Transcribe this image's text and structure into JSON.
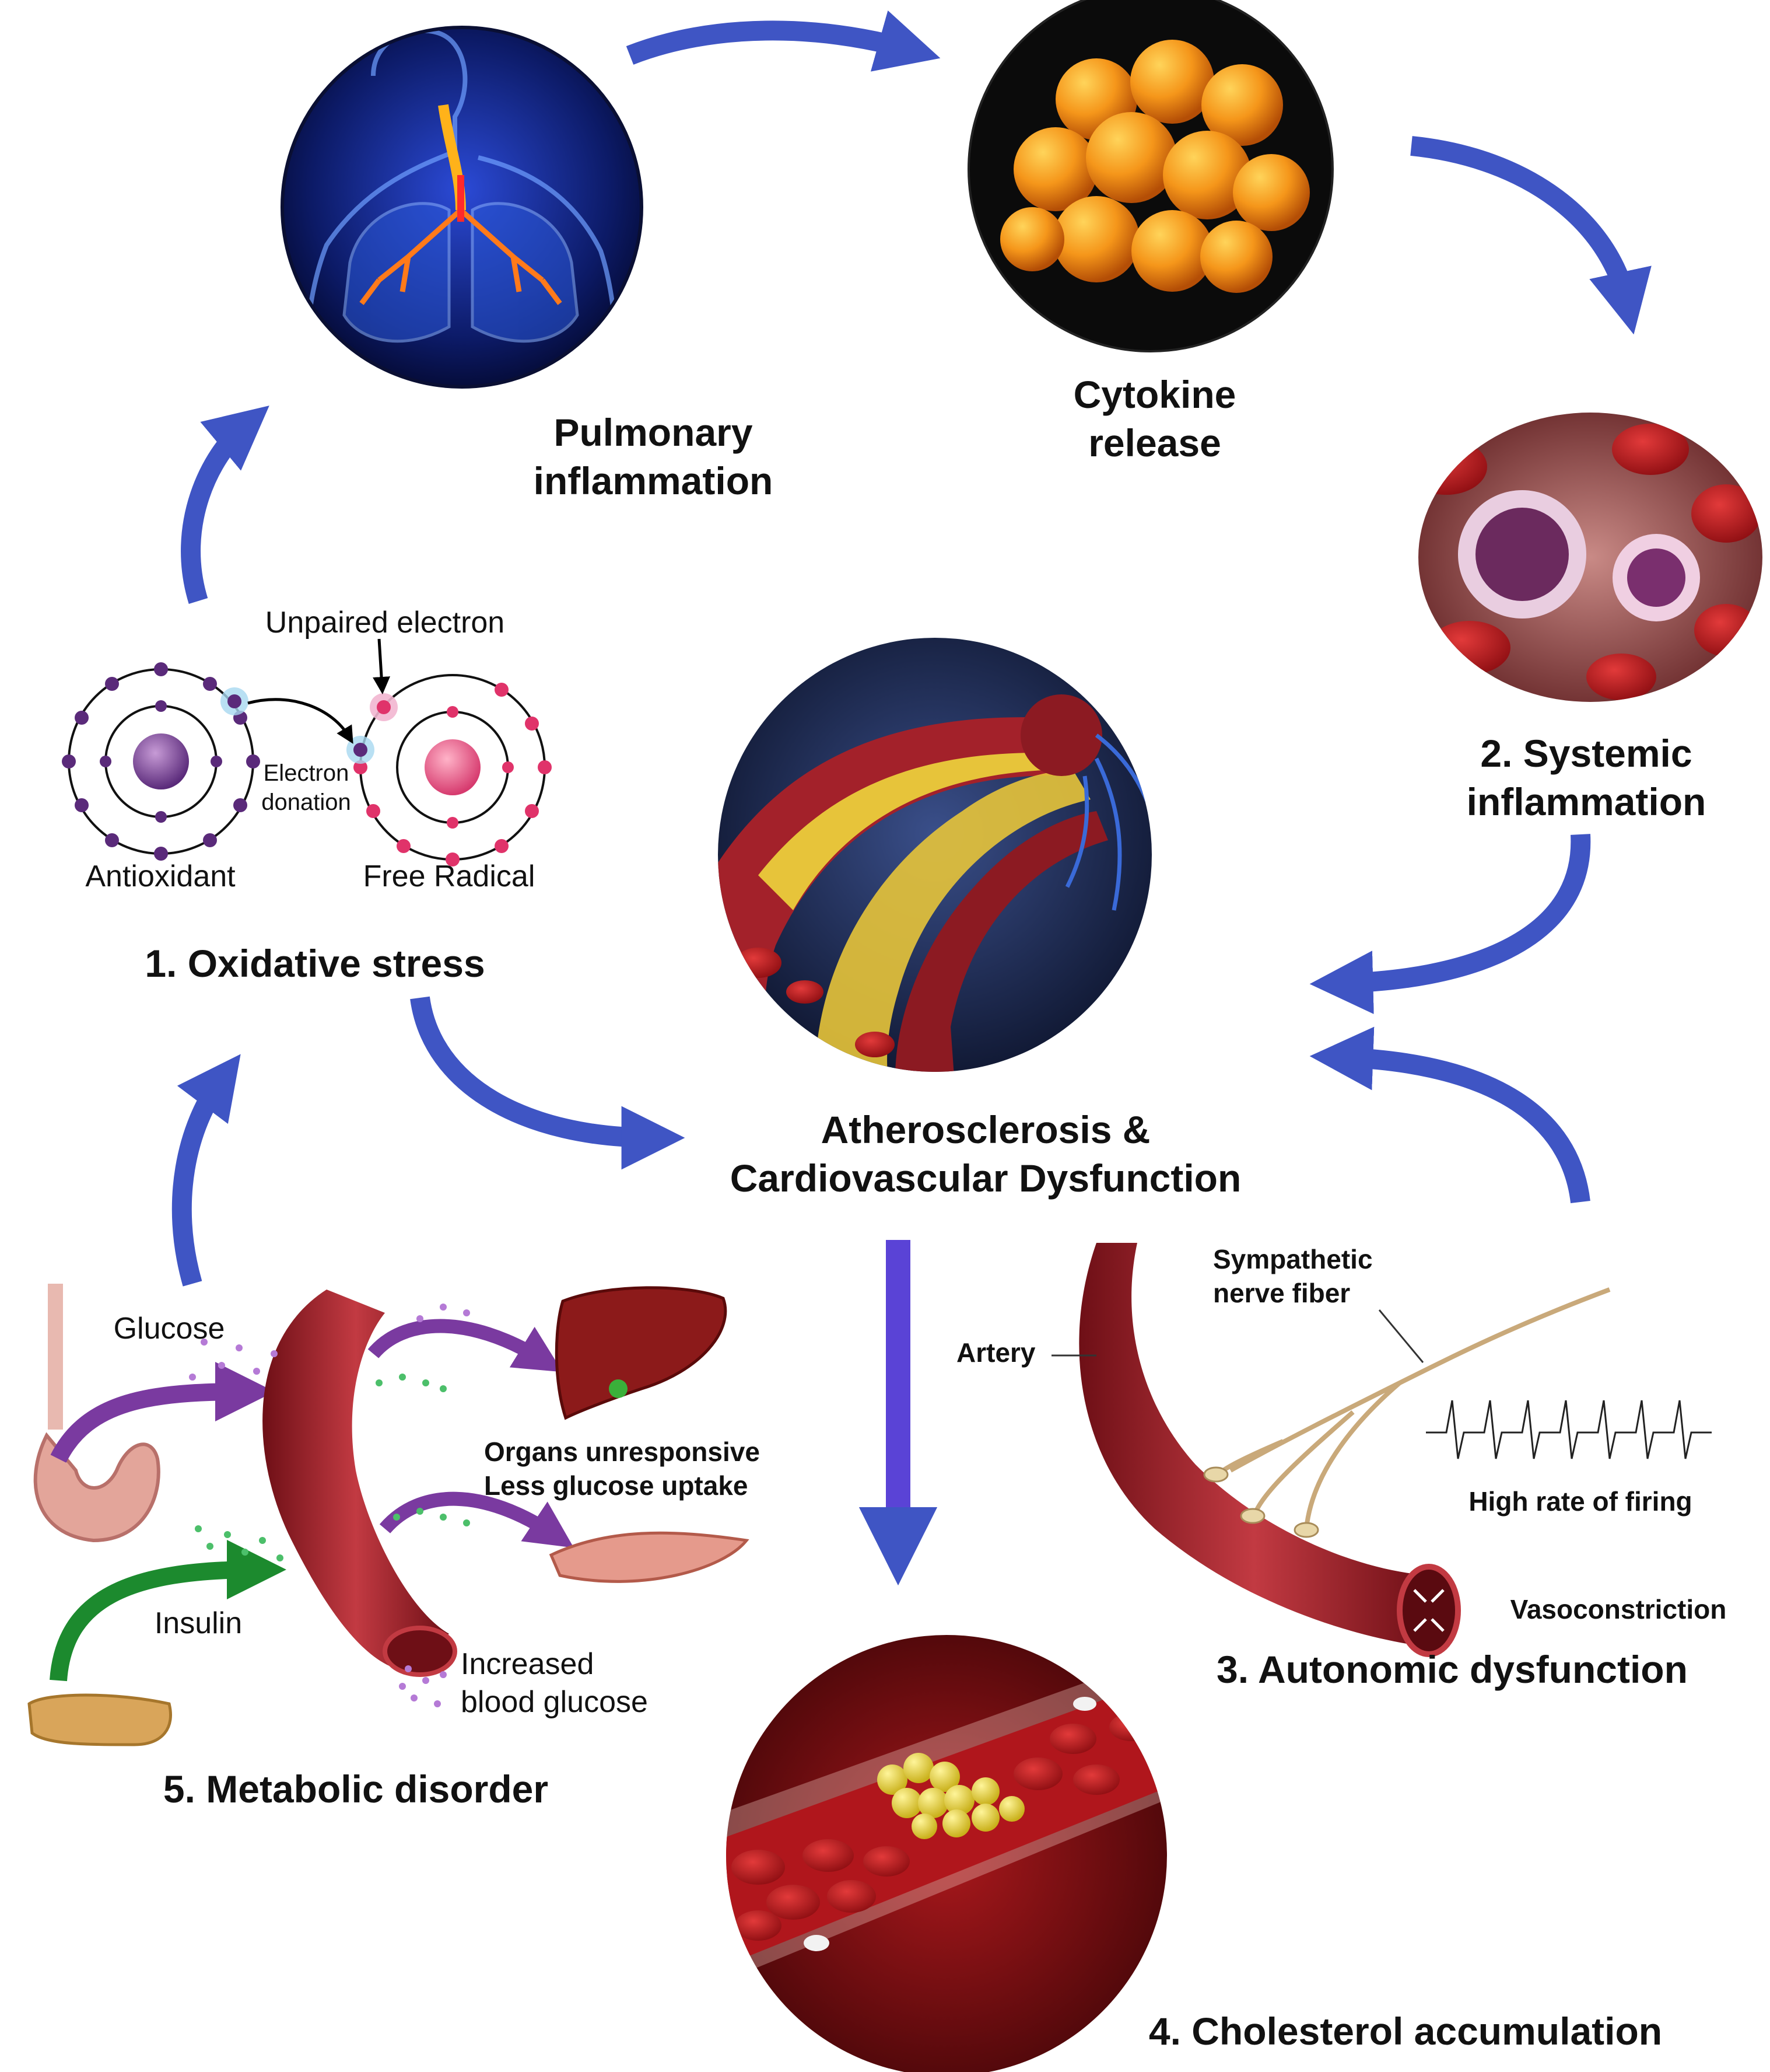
{
  "colors": {
    "arrow_blue": "#3f55c4",
    "arrow_purple": "#7a3aa0",
    "arrow_green": "#1c8a2e",
    "vessel_red": "#a3212a",
    "plaque_yellow": "#e7c43a",
    "cytokine_orange": "#f5961a"
  },
  "nodes": {
    "pulmonary": {
      "line1": "Pulmonary",
      "line2": "inflammation"
    },
    "cytokine": {
      "line1": "Cytokine",
      "line2": "release"
    },
    "systemic": {
      "line1": "2. Systemic",
      "line2": "inflammation"
    },
    "oxidative": {
      "title": "1. Oxidative stress"
    },
    "center": {
      "line1": "Atherosclerosis &",
      "line2": "Cardiovascular Dysfunction"
    },
    "autonomic": {
      "title": "3.  Autonomic dysfunction"
    },
    "cholesterol": {
      "title": "4.  Cholesterol accumulation"
    },
    "metabolic": {
      "title": "5. Metabolic disorder"
    }
  },
  "oxidative_panel": {
    "unpaired_electron": "Unpaired electron",
    "electron_donation_1": "Electron",
    "electron_donation_2": "donation",
    "antioxidant": "Antioxidant",
    "free_radical": "Free Radical"
  },
  "autonomic_panel": {
    "sympathetic_1": "Sympathetic",
    "sympathetic_2": "nerve fiber",
    "artery": "Artery",
    "firing": "High rate of firing",
    "vasoconstriction": "Vasoconstriction"
  },
  "metabolic_panel": {
    "glucose": "Glucose",
    "insulin": "Insulin",
    "organs_1": "Organs unresponsive",
    "organs_2": "Less glucose uptake",
    "increased_1": "Increased",
    "increased_2": "blood glucose"
  }
}
